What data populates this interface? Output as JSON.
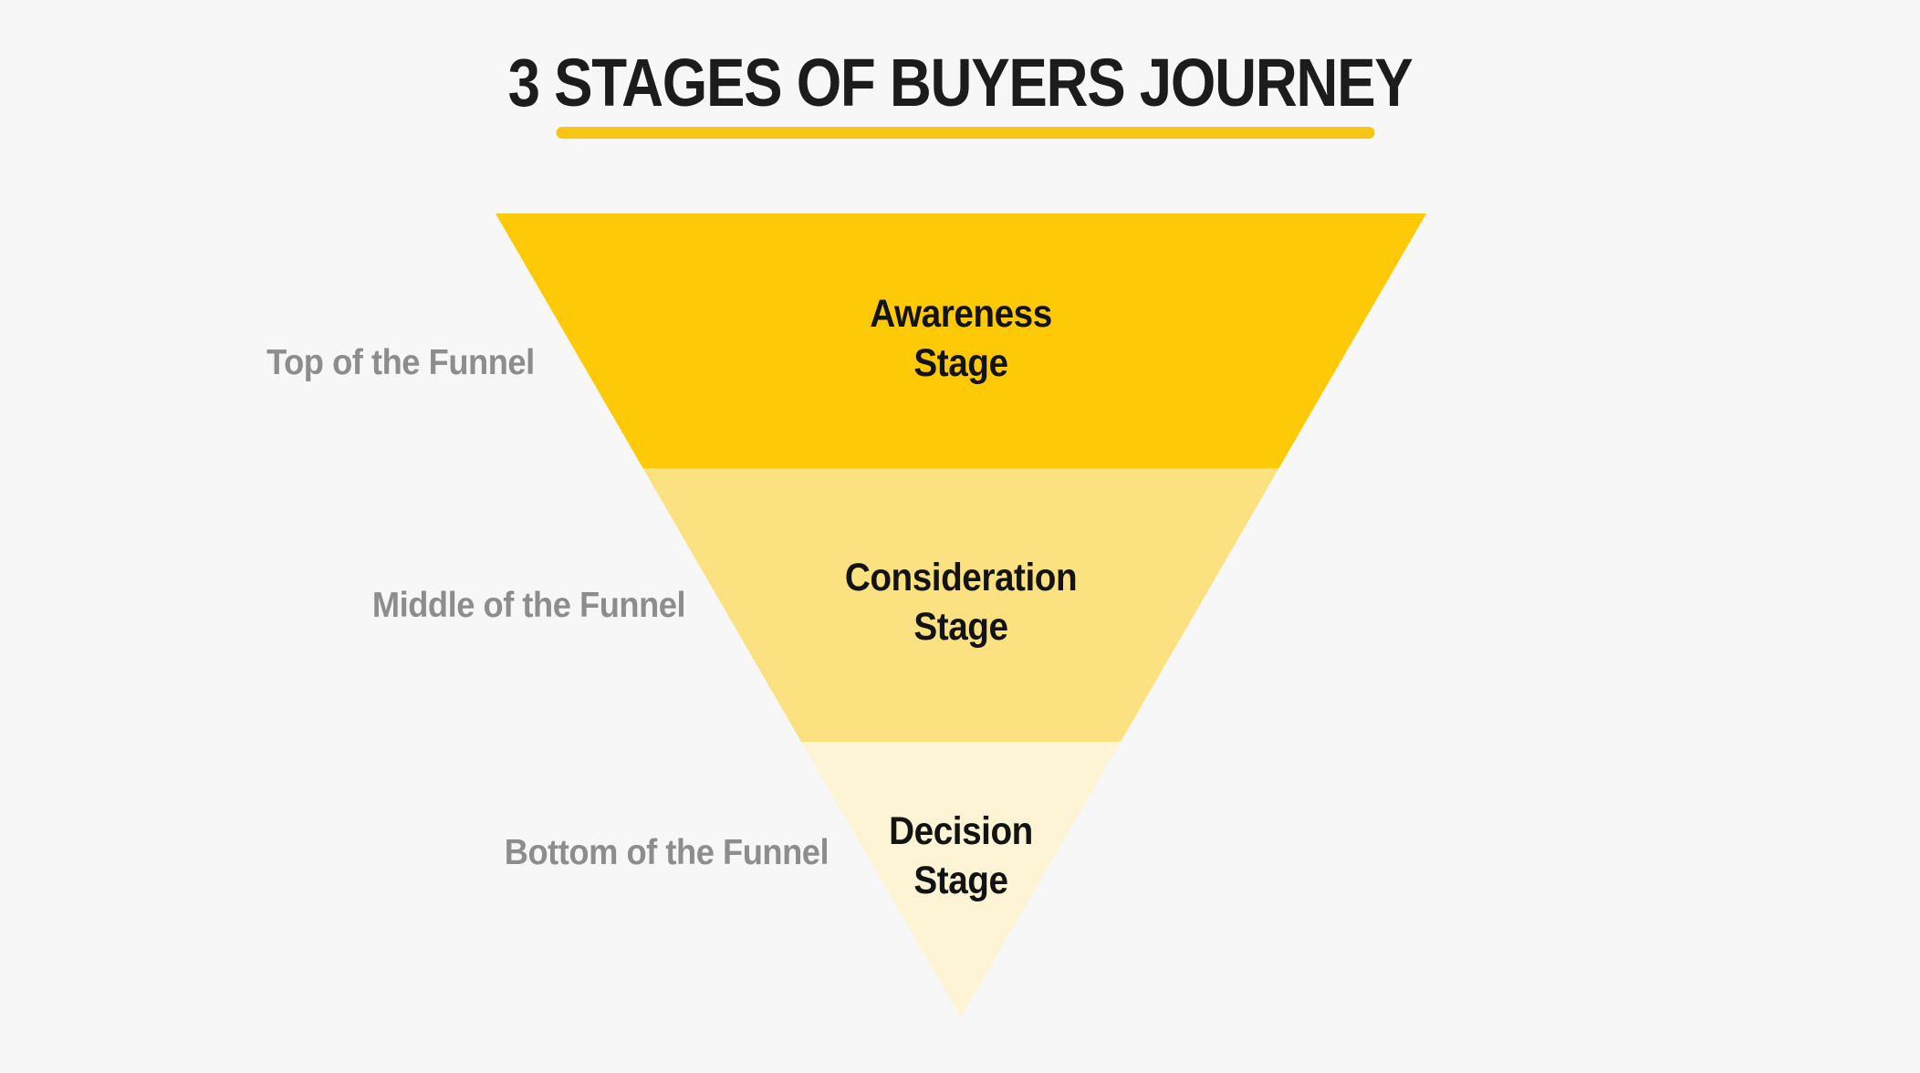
{
  "page": {
    "background_color": "#f7f7f7"
  },
  "header": {
    "title": "3 STAGES OF BUYERS JOURNEY",
    "title_color": "#1c1c1c",
    "underline_color": "#f9c515"
  },
  "funnel": {
    "stage_text_color": "#131313",
    "side_label_color": "#8d8d8d",
    "stages": [
      {
        "id": "awareness",
        "label": "Awareness\nStage",
        "side_label": "Top of the Funnel",
        "color": "#fec906"
      },
      {
        "id": "consideration",
        "label": "Consideration\nStage",
        "side_label": "Middle of the Funnel",
        "color": "#fce180"
      },
      {
        "id": "decision",
        "label": "Decision\nStage",
        "side_label": "Bottom of the Funnel",
        "color": "#fdf4d5"
      }
    ]
  }
}
